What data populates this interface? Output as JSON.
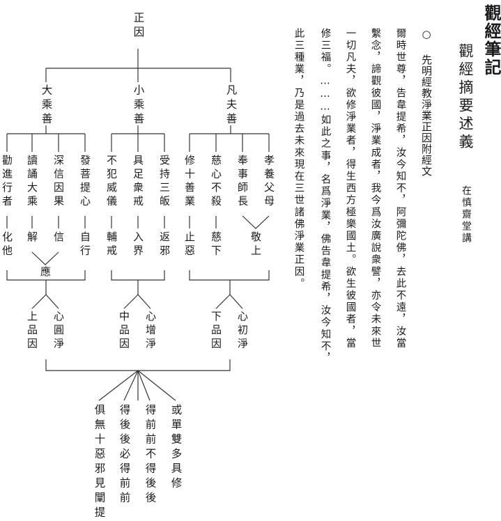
{
  "header": {
    "title": "觀經筆記",
    "subtitle": "觀經摘要述義",
    "lecturer": "在慎齋堂講"
  },
  "section": {
    "heading": "○ 先明經教淨業正因附經文",
    "columns": [
      "爾時世尊，告韋提希，汝今知不，阿彌陀佛，去此不遠，汝當",
      "繫念，諦觀彼國，淨業成者，我今爲汝廣說衆譬，亦令未來世",
      "一切凡夫，欲修淨業者，得生西方極樂國土。欲生彼國者，當",
      "修三福。………如此之事，名爲淨業，佛告韋提希，汝今知不，",
      "此三種業，乃是過去未來現在三世諸佛淨業正因。"
    ]
  },
  "diagram": {
    "root": "正因",
    "branches": [
      "凡夫善",
      "小乘善",
      "大乘善"
    ],
    "fanfu": {
      "items": [
        "孝養父母",
        "奉事師長",
        "慈心不殺",
        "修十善業"
      ],
      "results": [
        "敬上",
        "慈下",
        "止惡"
      ],
      "grade": [
        "心初淨",
        "下品因"
      ]
    },
    "xiaosheng": {
      "items": [
        "受持三皈",
        "具足衆戒",
        "不犯威儀"
      ],
      "results": [
        "返邪",
        "入界",
        "輔戒"
      ],
      "grade": [
        "心增淨",
        "中品因"
      ]
    },
    "dasheng": {
      "items": [
        "發菩提心",
        "深信因果",
        "讀誦大乘",
        "勸進行者"
      ],
      "results": [
        "自行",
        "信",
        "解",
        "應",
        "化他"
      ],
      "grade": [
        "心圓淨",
        "上品因"
      ]
    },
    "conclusions": [
      "或單雙多具修",
      "得前前不得後後",
      "得後後必得前前",
      "俱無十惡邪見闡提"
    ]
  }
}
